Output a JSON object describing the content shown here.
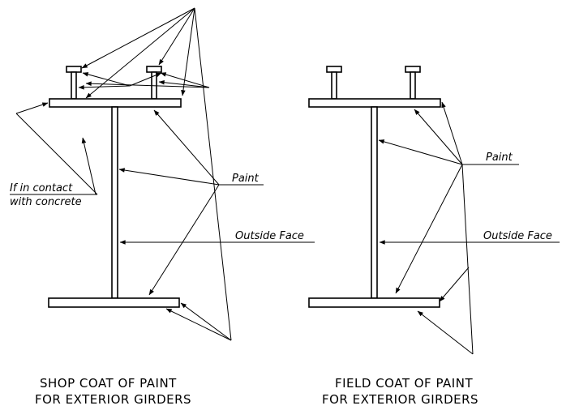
{
  "shop_panel": {
    "label_contact_line1": "If in contact",
    "label_contact_line2": "with concrete",
    "label_paint": "Paint",
    "label_outside_face": "Outside Face",
    "caption_line1": "SHOP COAT OF PAINT",
    "caption_line2": "FOR EXTERIOR GIRDERS"
  },
  "field_panel": {
    "label_paint": "Paint",
    "label_outside_face": "Outside Face",
    "caption_line1": "FIELD COAT OF PAINT",
    "caption_line2": "FOR EXTERIOR GIRDERS"
  }
}
